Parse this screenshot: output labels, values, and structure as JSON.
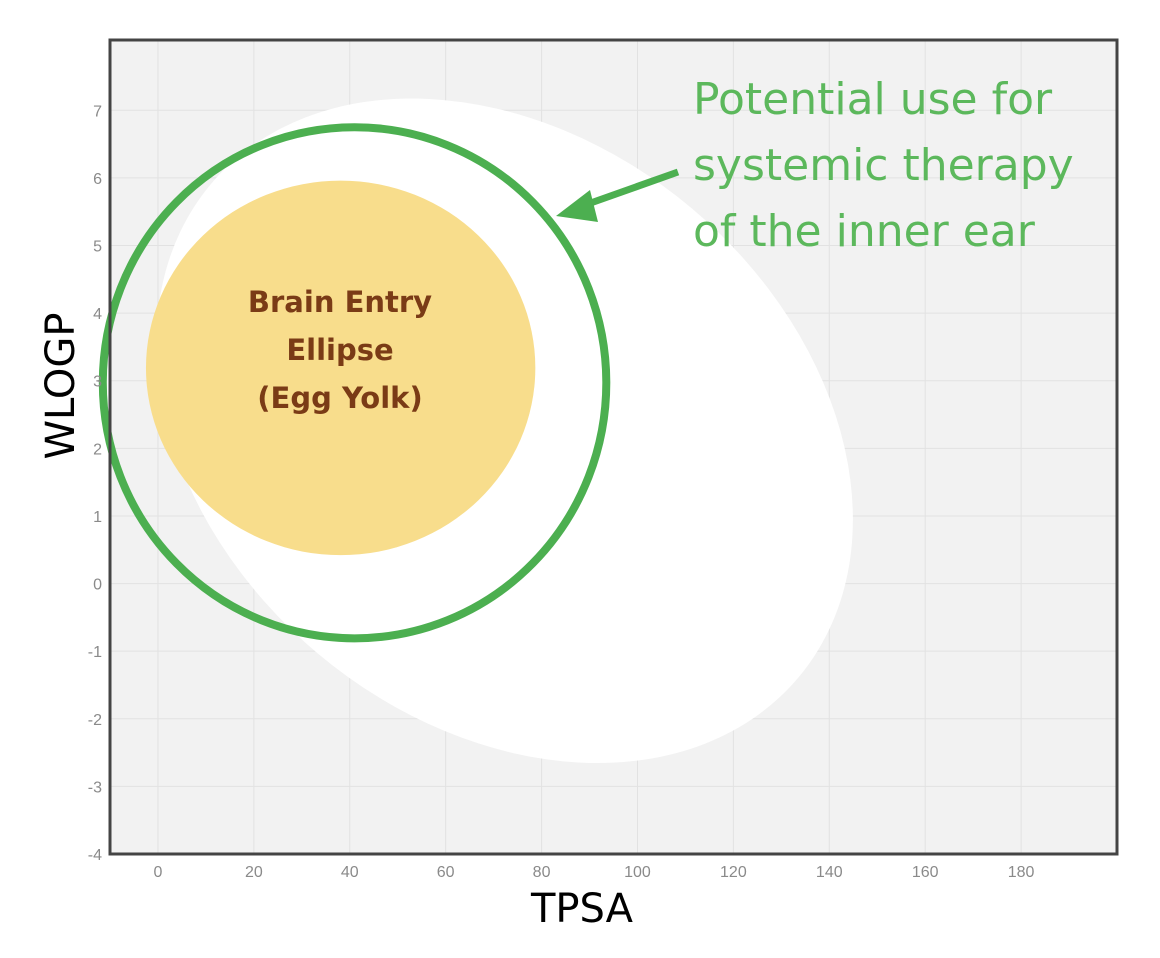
{
  "chart_data": {
    "type": "scatter",
    "title": "",
    "xlabel": "TPSA",
    "ylabel": "WLOGP",
    "xlim": [
      -10,
      200
    ],
    "ylim": [
      -4,
      8.04
    ],
    "xticks": [
      0,
      20,
      40,
      60,
      80,
      100,
      120,
      140,
      160,
      180
    ],
    "yticks": [
      -4,
      -3,
      -2,
      -1,
      0,
      1,
      2,
      3,
      4,
      5,
      6,
      7
    ],
    "grid": true,
    "regions": {
      "white": {
        "cx": 72.3,
        "cy": 2.26,
        "rx_tpsa": 80,
        "ry_wlogp": 4.3,
        "angle_deg": 40,
        "color": "#ffffff"
      },
      "yolk": {
        "cx": 38.1,
        "cy": 3.19,
        "rx": 40.6,
        "ry": 2.77,
        "color": "#f8dd8c",
        "label": [
          "Brain Entry",
          "Ellipse",
          "(Egg Yolk)"
        ]
      },
      "highlight_circle": {
        "cx": 41.0,
        "cy": 2.97,
        "rx": 52.5,
        "ry": 3.78,
        "color": "#4caf50"
      }
    },
    "annotation": {
      "lines": [
        "Potential use for",
        "systemic therapy",
        "of the inner ear"
      ],
      "color": "#5cb85c"
    },
    "colors": {
      "plot_bg": "#f2f2f2",
      "grid": "#e2e2e2",
      "frame": "#444444"
    }
  }
}
